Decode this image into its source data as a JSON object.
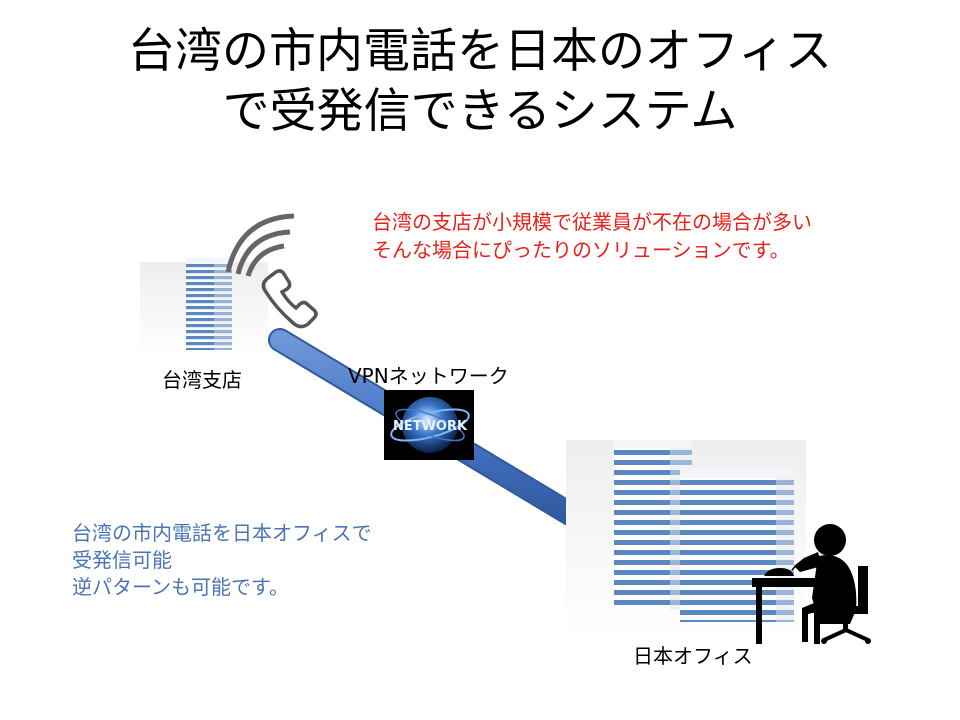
{
  "slide": {
    "title_lines": [
      "台湾の市内電話を日本のオフィス",
      "で受発信できるシステム"
    ],
    "note_red_lines": [
      "台湾の支店が小規模で従業員が不在の場合が多い",
      "そんな場合にぴったりのソリューションです。"
    ],
    "note_blue_lines": [
      "台湾の市内電話を日本オフィスで",
      "受発信可能",
      "逆パターンも可能です。"
    ],
    "labels": {
      "taiwan_branch": "台湾支店",
      "vpn_network": "VPNネットワーク",
      "japan_office": "日本オフィス"
    },
    "network_badge_text": "NETWORK",
    "icons": [
      "building-icon",
      "phone-icon",
      "network-globe-icon",
      "person-at-desk-icon"
    ],
    "colors": {
      "title_text": "#000000",
      "red_note": "#e8211a",
      "blue_note": "#4a74b6",
      "vpn_tube": "#4472c4",
      "building_stripe": "#5b88c0"
    }
  }
}
